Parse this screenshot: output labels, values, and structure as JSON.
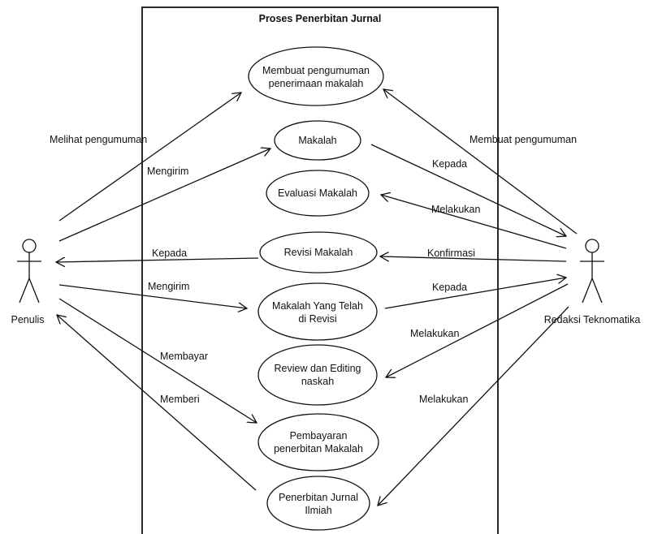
{
  "system": {
    "title": "Proses Penerbitan Jurnal"
  },
  "actors": {
    "penulis": {
      "name": "Penulis"
    },
    "redaksi": {
      "name": "Redaksi Teknomatika"
    }
  },
  "use_cases": [
    {
      "id": "uc1",
      "lines": [
        "Membuat pengumuman",
        "penerimaan makalah"
      ]
    },
    {
      "id": "uc2",
      "lines": [
        "Makalah"
      ]
    },
    {
      "id": "uc3",
      "lines": [
        "Evaluasi Makalah"
      ]
    },
    {
      "id": "uc4",
      "lines": [
        "Revisi Makalah"
      ]
    },
    {
      "id": "uc5",
      "lines": [
        "Makalah Yang Telah",
        "di Revisi"
      ]
    },
    {
      "id": "uc6",
      "lines": [
        "Review dan Editing",
        "naskah"
      ]
    },
    {
      "id": "uc7",
      "lines": [
        "Pembayaran",
        "penerbitan Makalah"
      ]
    },
    {
      "id": "uc8",
      "lines": [
        "Penerbitan Jurnal",
        "Ilmiah"
      ]
    }
  ],
  "relations": [
    {
      "id": "r1",
      "label": "Melihat pengumuman"
    },
    {
      "id": "r2",
      "label": "Mengirim"
    },
    {
      "id": "r3",
      "label": "Kepada"
    },
    {
      "id": "r4",
      "label": "Mengirim"
    },
    {
      "id": "r5",
      "label": "Membayar"
    },
    {
      "id": "r6",
      "label": "Memberi"
    },
    {
      "id": "r7",
      "label": "Membuat pengumuman"
    },
    {
      "id": "r8",
      "label": "Kepada"
    },
    {
      "id": "r9",
      "label": "Melakukan"
    },
    {
      "id": "r10",
      "label": "Konfirmasi"
    },
    {
      "id": "r11",
      "label": "Kepada"
    },
    {
      "id": "r12",
      "label": "Melakukan"
    },
    {
      "id": "r13",
      "label": "Melakukan"
    }
  ]
}
